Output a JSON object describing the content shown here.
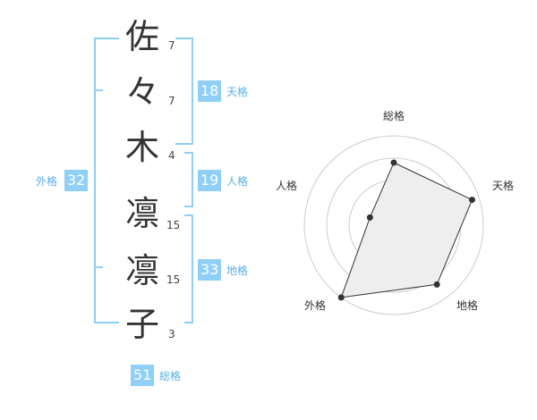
{
  "name": {
    "chars": [
      "佐",
      "々",
      "木",
      "凛",
      "凛",
      "子"
    ],
    "strokes": [
      "7",
      "7",
      "4",
      "15",
      "15",
      "3"
    ]
  },
  "kaku": {
    "tenkaku": {
      "value": "18",
      "label": "天格"
    },
    "jinkaku": {
      "value": "19",
      "label": "人格"
    },
    "chikaku": {
      "value": "33",
      "label": "地格"
    },
    "gaikaku": {
      "value": "32",
      "label": "外格"
    },
    "soukaku": {
      "value": "51",
      "label": "総格"
    }
  },
  "radar": {
    "axes": [
      "総格",
      "天格",
      "地格",
      "外格",
      "人格"
    ],
    "ring_count": 4,
    "levels": [
      0.7,
      0.92,
      0.82,
      1.0,
      0.28
    ],
    "fill_color": "#eeeeee",
    "stroke_color": "#333333",
    "ring_color": "#cccccc"
  },
  "colors": {
    "accent": "#8fcff8",
    "accent_text": "#59b0ec"
  }
}
